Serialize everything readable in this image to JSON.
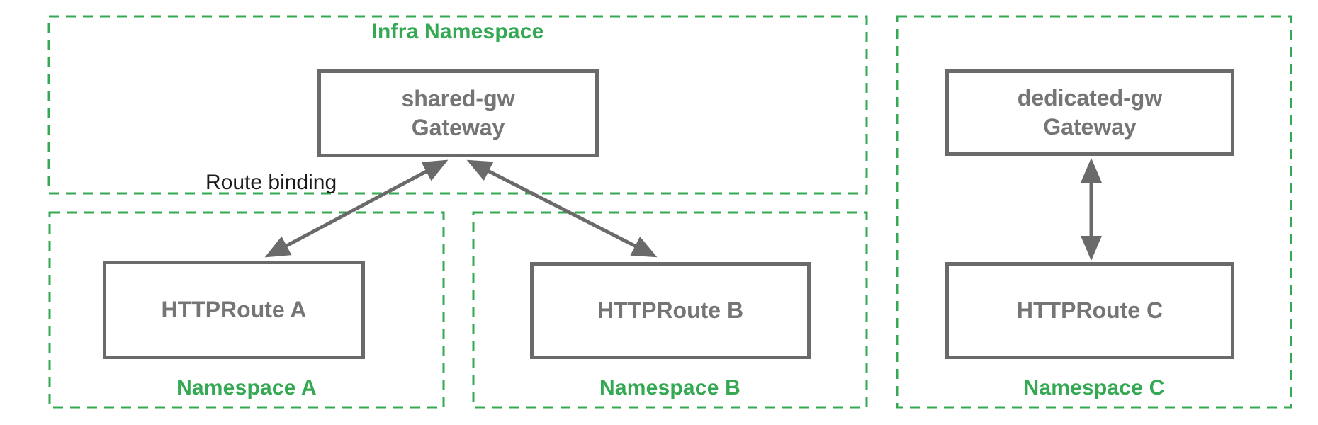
{
  "diagram": {
    "infra_namespace": {
      "label": "Infra Namespace",
      "gateway": {
        "name": "shared-gw",
        "type": "Gateway"
      }
    },
    "route_binding_label": "Route binding",
    "namespace_a": {
      "label": "Namespace A",
      "route": "HTTPRoute A"
    },
    "namespace_b": {
      "label": "Namespace B",
      "route": "HTTPRoute B"
    },
    "namespace_c": {
      "label": "Namespace C",
      "gateway": {
        "name": "dedicated-gw",
        "type": "Gateway"
      },
      "route": "HTTPRoute C"
    },
    "colors": {
      "namespace_green": "#34A853",
      "box_border_gray": "#6A6A6A",
      "box_text_gray": "#757575",
      "arrow_gray": "#6A6A6A",
      "annotation_black": "#1A1A1A"
    }
  }
}
